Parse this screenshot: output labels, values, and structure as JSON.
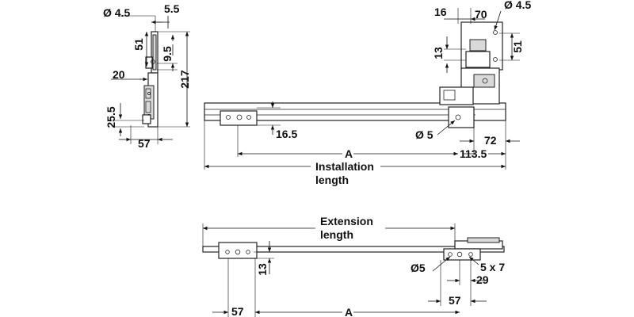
{
  "side_view": {
    "dia_top": "Ø 4.5",
    "dim_5_5": "5.5",
    "dim_51": "51",
    "dim_9_5": "9.5",
    "dim_217": "217",
    "dim_20": "20",
    "dim_25_5": "25.5",
    "dim_57": "57"
  },
  "front_view": {
    "dim_16": "16",
    "dim_70": "70",
    "dia_top": "Ø 4.5",
    "dim_13": "13",
    "dim_51": "51",
    "dim_16_5": "16.5",
    "dia_5": "Ø 5",
    "dim_72": "72",
    "dim_A": "A",
    "dim_113_5": "113.5",
    "installation_line1": "Installation",
    "installation_line2": "length"
  },
  "extension_view": {
    "extension_line1": "Extension",
    "extension_line2": "length",
    "dim_13": "13",
    "dia_5": "Ø5",
    "dim_5x7": "5 x 7",
    "dim_29": "29",
    "dim_57_right": "57",
    "dim_57_left": "57",
    "dim_A": "A"
  }
}
